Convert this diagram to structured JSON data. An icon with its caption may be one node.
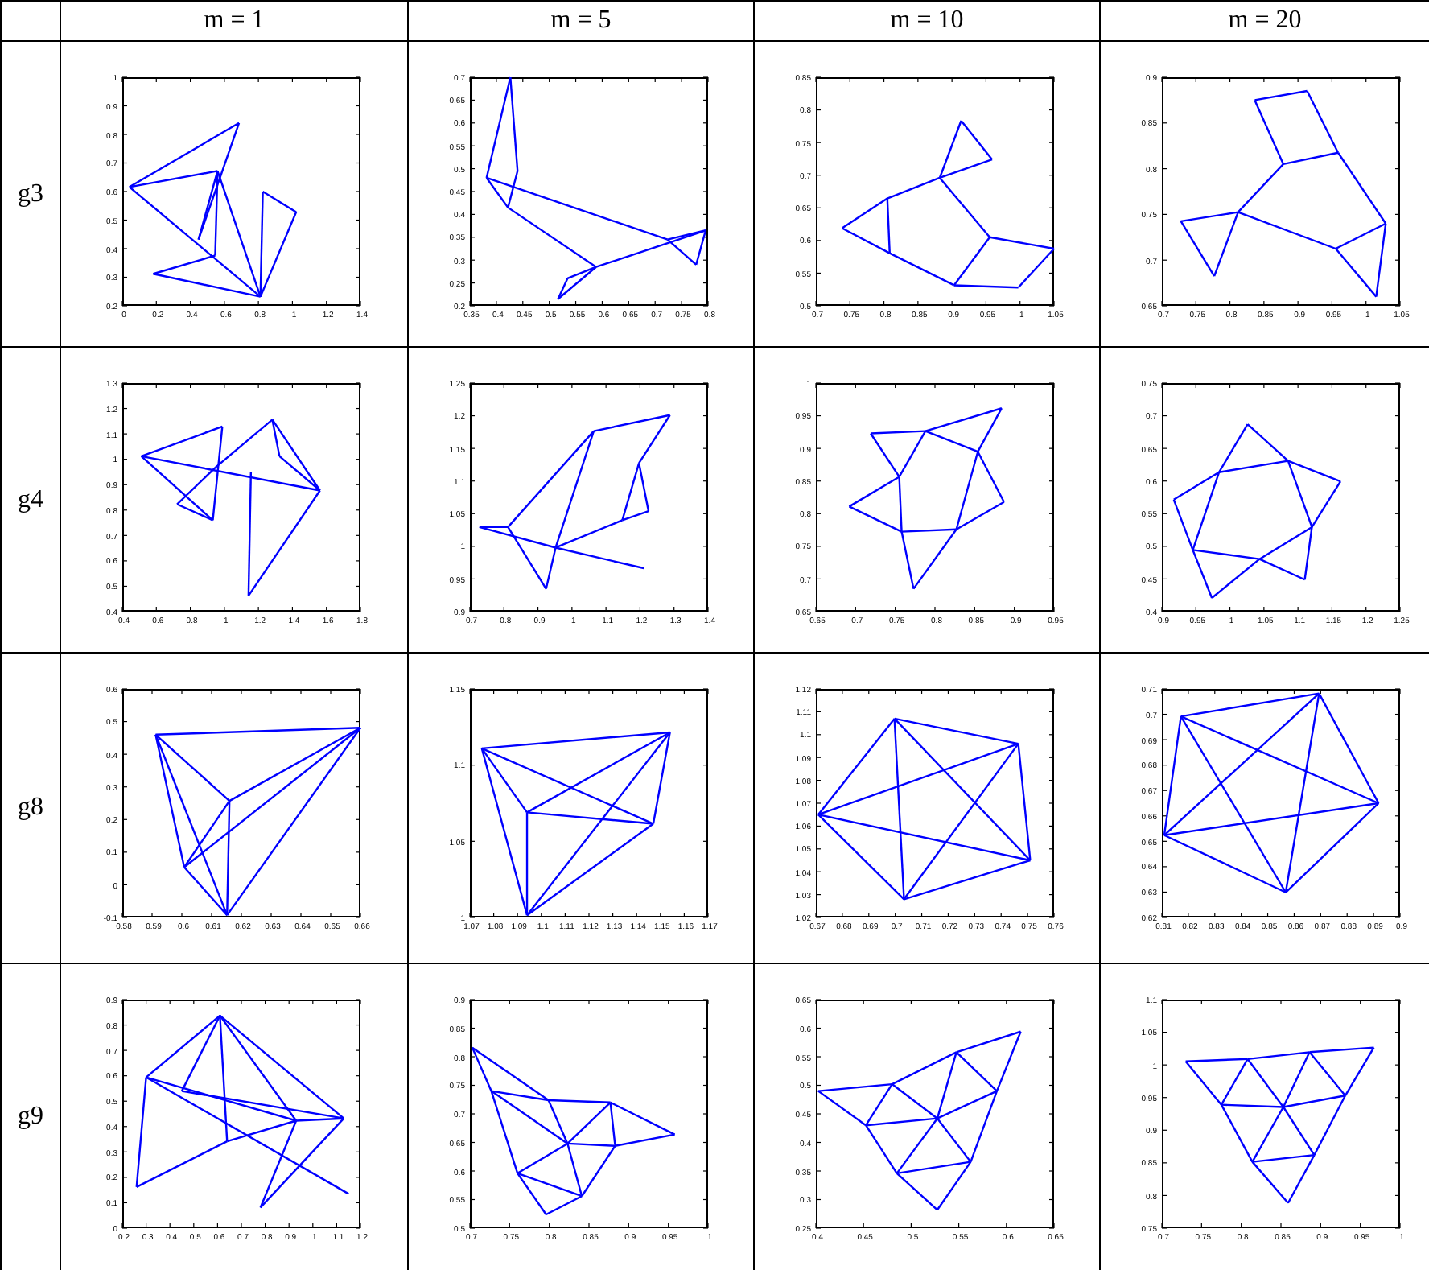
{
  "diagram": {
    "labels": [
      "m = 1",
      "m = 5",
      "m = 10",
      "m = 20",
      "g3",
      "1",
      "0.9",
      "0.8",
      "0.7",
      "0.6",
      "0.5",
      "0.4",
      "0.3",
      "0.2",
      "0",
      "0.2",
      "0.4",
      "0.6",
      "0.8",
      "1",
      "1.2",
      "1.4",
      "0.7",
      "0.65",
      "0.6",
      "0.55",
      "0.5",
      "0.45",
      "0.4",
      "0.35",
      "0.3",
      "0.25",
      "0.2",
      "0.35",
      "0.4",
      "0.45",
      "0.5",
      "0.55",
      "0.6",
      "0.65",
      "0.7",
      "0.75",
      "0.8",
      "0.85",
      "0.8",
      "0.75",
      "0.7",
      "0.65",
      "0.6",
      "0.55",
      "0.5",
      "0.7",
      "0.75",
      "0.8",
      "0.85",
      "0.9",
      "0.95",
      "1",
      "1.05",
      "0.9",
      "0.85",
      "0.8",
      "0.75",
      "0.7",
      "0.65",
      "0.7",
      "0.75",
      "0.8",
      "0.85",
      "0.9",
      "0.95",
      "1",
      "1.05",
      "g4",
      "1.3",
      "1.2",
      "1.1",
      "1",
      "0.9",
      "0.8",
      "0.7",
      "0.6",
      "0.5",
      "0.4",
      "0.4",
      "0.6",
      "0.8",
      "1",
      "1.2",
      "1.4",
      "1.6",
      "1.8",
      "1.25",
      "1.2",
      "1.15",
      "1.1",
      "1.05",
      "1",
      "0.95",
      "0.9",
      "0.7",
      "0.8",
      "0.9",
      "1",
      "1.1",
      "1.2",
      "1.3",
      "1.4",
      "1",
      "0.95",
      "0.9",
      "0.85",
      "0.8",
      "0.75",
      "0.7",
      "0.65",
      "0.65",
      "0.7",
      "0.75",
      "0.8",
      "0.85",
      "0.9",
      "0.95",
      "0.75",
      "0.7",
      "0.65",
      "0.6",
      "0.55",
      "0.5",
      "0.45",
      "0.4",
      "0.9",
      "0.95",
      "1",
      "1.05",
      "1.1",
      "1.15",
      "1.2",
      "1.25",
      "g8",
      "0.6",
      "0.5",
      "0.4",
      "0.3",
      "0.2",
      "0.1",
      "0",
      "-0.1",
      "0.58",
      "0.59",
      "0.6",
      "0.61",
      "0.62",
      "0.63",
      "0.64",
      "0.65",
      "0.66",
      "1.15",
      "1.1",
      "1.05",
      "1",
      "1.07",
      "1.08",
      "1.09",
      "1.1",
      "1.11",
      "1.12",
      "1.13",
      "1.14",
      "1.15",
      "1.16",
      "1.17",
      "1.12",
      "1.11",
      "1.1",
      "1.09",
      "1.08",
      "1.07",
      "1.06",
      "1.05",
      "1.04",
      "1.03",
      "1.02",
      "0.67",
      "0.68",
      "0.69",
      "0.7",
      "0.71",
      "0.72",
      "0.73",
      "0.74",
      "0.75",
      "0.76",
      "0.71",
      "0.7",
      "0.69",
      "0.68",
      "0.67",
      "0.66",
      "0.65",
      "0.64",
      "0.63",
      "0.62",
      "0.81",
      "0.82",
      "0.83",
      "0.84",
      "0.85",
      "0.86",
      "0.87",
      "0.88",
      "0.89",
      "0.9",
      "g9",
      "0.9",
      "0.8",
      "0.7",
      "0.6",
      "0.5",
      "0.4",
      "0.3",
      "0.2",
      "0.1",
      "0",
      "0.2",
      "0.3",
      "0.4",
      "0.5",
      "0.6",
      "0.7",
      "0.8",
      "0.9",
      "1",
      "1.1",
      "1.2",
      "0.9",
      "0.85",
      "0.8",
      "0.75",
      "0.7",
      "0.65",
      "0.6",
      "0.55",
      "0.5",
      "0.7",
      "0.75",
      "0.8",
      "0.85",
      "0.9",
      "0.95",
      "1",
      "0.65",
      "0.6",
      "0.55",
      "0.5",
      "0.45",
      "0.4",
      "0.35",
      "0.3",
      "0.25",
      "0.4",
      "0.45",
      "0.5",
      "0.55",
      "0.6",
      "0.65",
      "1.1",
      "1.05",
      "1",
      "0.95",
      "0.9",
      "0.85",
      "0.8",
      "0.75",
      "0.7",
      "0.75",
      "0.8",
      "0.85",
      "0.9",
      "0.95",
      "1"
    ]
  }
}
